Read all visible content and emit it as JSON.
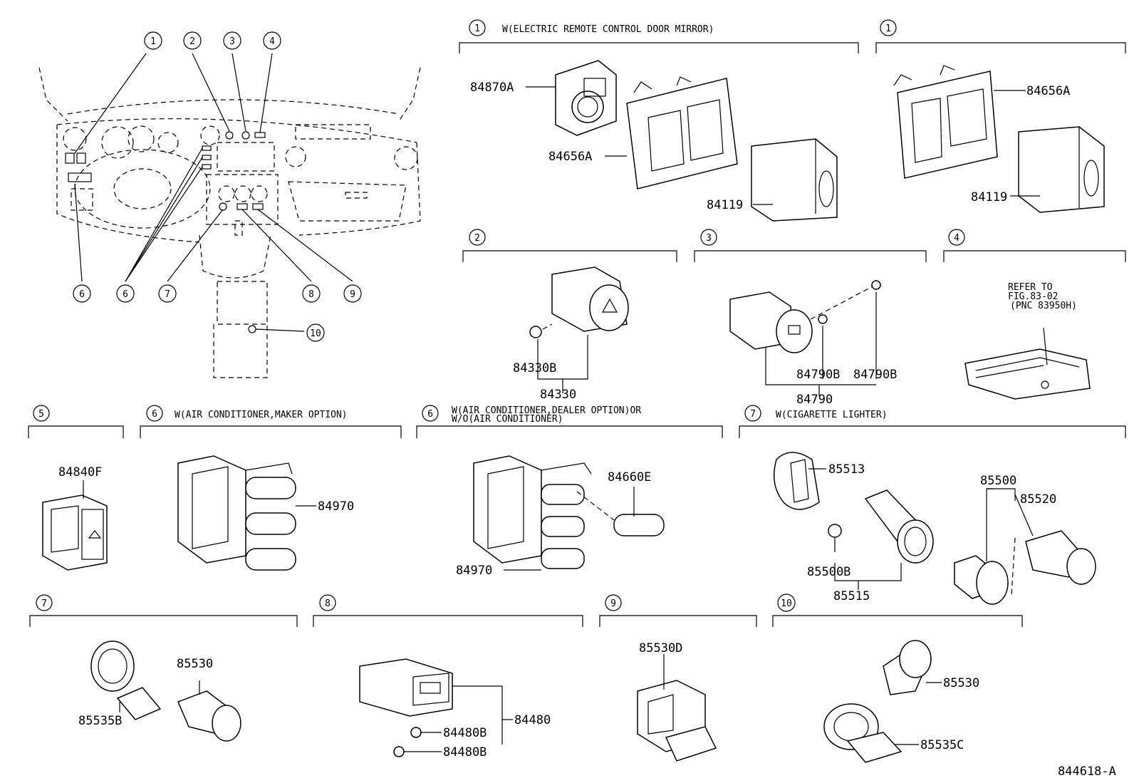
{
  "drawing_id": "844618-A",
  "overview": {
    "callouts": [
      "1",
      "2",
      "3",
      "4",
      "6",
      "6",
      "7",
      "8",
      "9",
      "10"
    ]
  },
  "sections": [
    {
      "num": "1",
      "caption": "W(ELECTRIC REMOTE CONTROL DOOR MIRROR)",
      "parts": [
        "84870A",
        "84656A",
        "84119"
      ]
    },
    {
      "num": "1",
      "caption": "",
      "parts": [
        "84656A",
        "84119"
      ]
    },
    {
      "num": "2",
      "caption": "",
      "parts": [
        "84330B",
        "84330"
      ]
    },
    {
      "num": "3",
      "caption": "",
      "parts": [
        "84790B",
        "84790B",
        "84790"
      ]
    },
    {
      "num": "4",
      "caption": "",
      "refer": [
        "REFER TO",
        "FIG.83-02",
        "(PNC 83950H)"
      ]
    },
    {
      "num": "5",
      "caption": "",
      "parts": [
        "84840F"
      ]
    },
    {
      "num": "6",
      "caption": "W(AIR CONDITIONER,MAKER OPTION)",
      "parts": [
        "84970"
      ]
    },
    {
      "num": "6",
      "caption_lines": [
        "W(AIR CONDITIONER,DEALER OPTION)OR",
        "W/O(AIR CONDITIONER)"
      ],
      "parts": [
        "84660E",
        "84970"
      ]
    },
    {
      "num": "7",
      "caption": "W(CIGARETTE LIGHTER)",
      "parts": [
        "85513",
        "85500B",
        "85515",
        "85500",
        "85520"
      ]
    },
    {
      "num": "7",
      "caption": "",
      "parts": [
        "85530",
        "85535B"
      ]
    },
    {
      "num": "8",
      "caption": "",
      "parts": [
        "84480",
        "84480B",
        "84480B"
      ]
    },
    {
      "num": "9",
      "caption": "",
      "parts": [
        "85530D"
      ]
    },
    {
      "num": "10",
      "caption": "",
      "parts": [
        "85530",
        "85535C"
      ]
    }
  ]
}
